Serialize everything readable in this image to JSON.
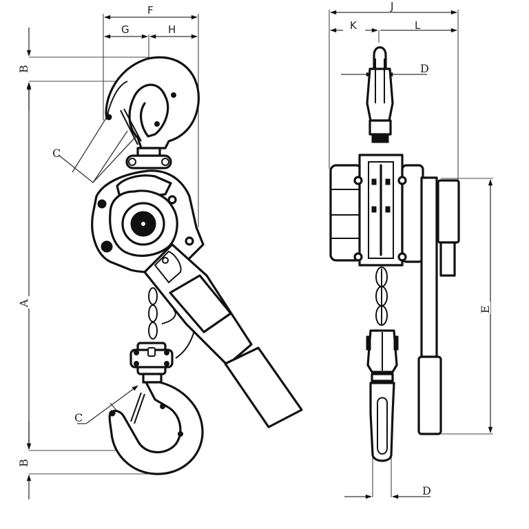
{
  "drawing": {
    "subject": "Lever chain hoist dimension drawing",
    "views": [
      "front-view",
      "side-view"
    ]
  },
  "dimensions": {
    "A": "A",
    "B_top": "B",
    "B_bottom": "B",
    "C_top": "C",
    "C_bottom": "C",
    "D_top": "D",
    "D_bottom": "D",
    "E": "E",
    "F": "F",
    "G": "G",
    "H": "H",
    "J": "J",
    "K": "K",
    "L": "L"
  },
  "colors": {
    "line": "#111111",
    "dimension_line": "#333333",
    "background": "#ffffff"
  }
}
